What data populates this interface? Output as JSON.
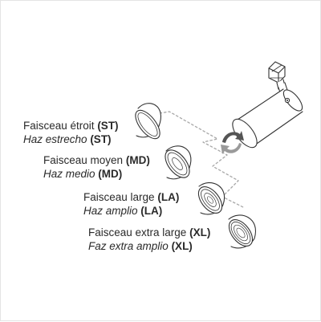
{
  "beams": [
    {
      "name_fr": "Faisceau étroit",
      "name_es": "Haz estrecho",
      "code": "(ST)"
    },
    {
      "name_fr": "Faisceau moyen",
      "name_es": "Haz medio",
      "code": "(MD)"
    },
    {
      "name_fr": "Faisceau large",
      "name_es": "Haz amplio",
      "code": "(LA)"
    },
    {
      "name_fr": "Faisceau extra large",
      "name_es": "Faz extra amplio",
      "code": "(XL)"
    }
  ],
  "colors": {
    "line": "#333333",
    "guide": "#a8a8a8",
    "arrow_dark": "#555555",
    "arrow_light": "#9a9a9a"
  },
  "icons": [
    "spotlight-icon",
    "track-adapter-icon",
    "rotate-arrows-icon",
    "reflector-icon"
  ]
}
